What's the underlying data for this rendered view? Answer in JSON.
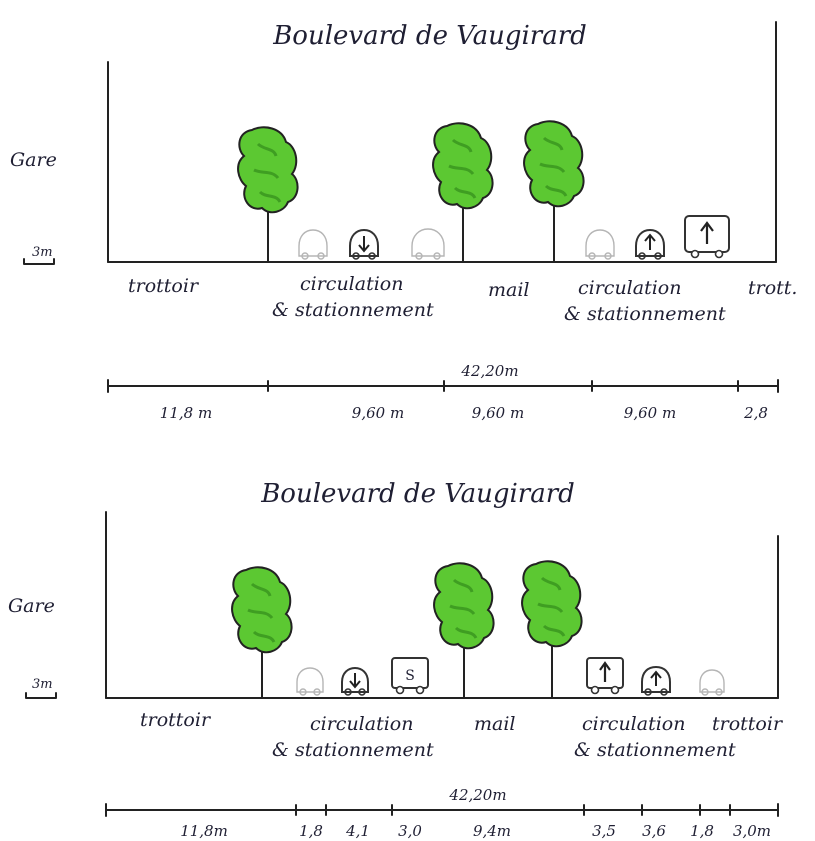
{
  "sections": [
    {
      "id": "existing",
      "title": "Boulevard de Vaugirard",
      "side_label": "Gare",
      "scale_label": "3m",
      "zones": [
        {
          "text": "trottoir"
        },
        {
          "text": "circulation"
        },
        {
          "text": "& stationnement"
        },
        {
          "text": "mail"
        },
        {
          "text": "circulation"
        },
        {
          "text": "trott."
        },
        {
          "text": "& stationnement"
        }
      ],
      "total_width": "42,20m",
      "segments": [
        "11,8 m",
        "9,60 m",
        "9,60 m",
        "9,60 m",
        "2,8"
      ]
    },
    {
      "id": "proposed",
      "title": "Boulevard de Vaugirard",
      "side_label": "Gare",
      "scale_label": "3m",
      "bus_stop_sign": "S",
      "zones": [
        {
          "text": "trottoir"
        },
        {
          "text": "circulation"
        },
        {
          "text": "& stationnement"
        },
        {
          "text": "mail"
        },
        {
          "text": "circulation"
        },
        {
          "text": "trottoir"
        },
        {
          "text": "& stationnement"
        }
      ],
      "total_width": "42,20m",
      "segments": [
        "11,8m",
        "1,8",
        "4,1",
        "3,0",
        "9,4m",
        "3,5",
        "3,6",
        "1,8",
        "3,0m"
      ]
    }
  ],
  "colors": {
    "ink": "#222222",
    "tree_fill": "#5cc832",
    "tree_dark": "#3f9e22",
    "vehicle_outline": "#333333",
    "vehicle_faint": "#b5b5b5"
  },
  "icons": [
    "tree-icon",
    "car-icon",
    "bus-icon",
    "arrow-up-icon",
    "arrow-down-icon"
  ]
}
